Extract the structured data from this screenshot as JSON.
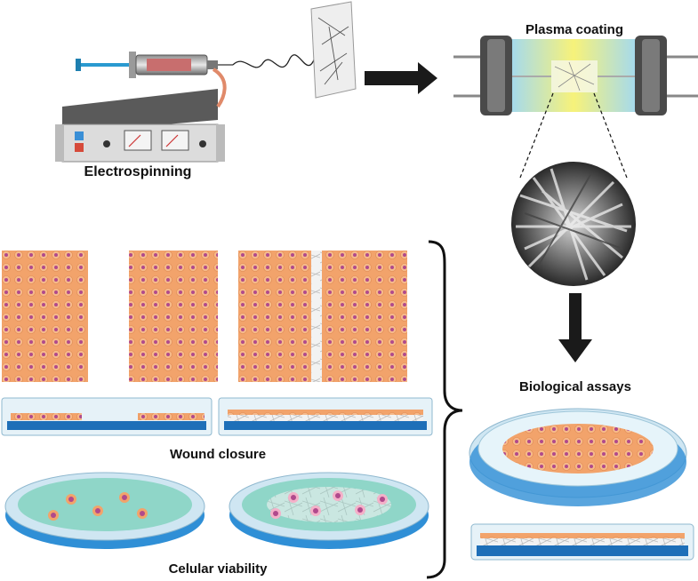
{
  "labels": {
    "electrospinning": "Electrospinning",
    "plasma_coating": "Plasma coating",
    "biological_assays": "Biological assays",
    "wound_closure": "Wound closure",
    "cellular_viability": "Celular viability"
  },
  "colors": {
    "cell_fill": "#f2a36b",
    "cell_nucleus": "#b04a8c",
    "dish_liquid": "#2f8fd6",
    "dish_glass": "#cfe6f2",
    "plasma_glow": "#f7f27a",
    "plasma_blue": "#aee0f7",
    "device_body": "#3a3a3a",
    "arrow": "#1a1a1a"
  },
  "icons": [
    "syringe-pump-icon",
    "high-voltage-power-supply-icon",
    "fiber-collector-icon",
    "plasma-reactor-icon",
    "sem-micrograph-icon",
    "petri-dish-icon"
  ]
}
